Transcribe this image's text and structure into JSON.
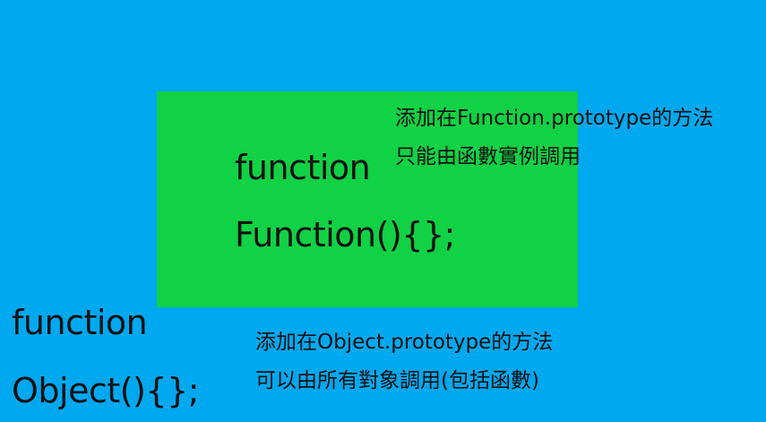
{
  "function_block": {
    "code_line1": "function",
    "code_line2": "Function(){};",
    "note_line1": "添加在Function.prototype的方法",
    "note_line2": "只能由函數實例調用"
  },
  "object_block": {
    "code_line1": "function",
    "code_line2": "Object(){};",
    "note_line1": "添加在Object.prototype的方法",
    "note_line2": "可以由所有對象調用(包括函數)"
  },
  "colors": {
    "background": "#00a8f0",
    "function_box": "#11d144",
    "text": "#111111"
  }
}
